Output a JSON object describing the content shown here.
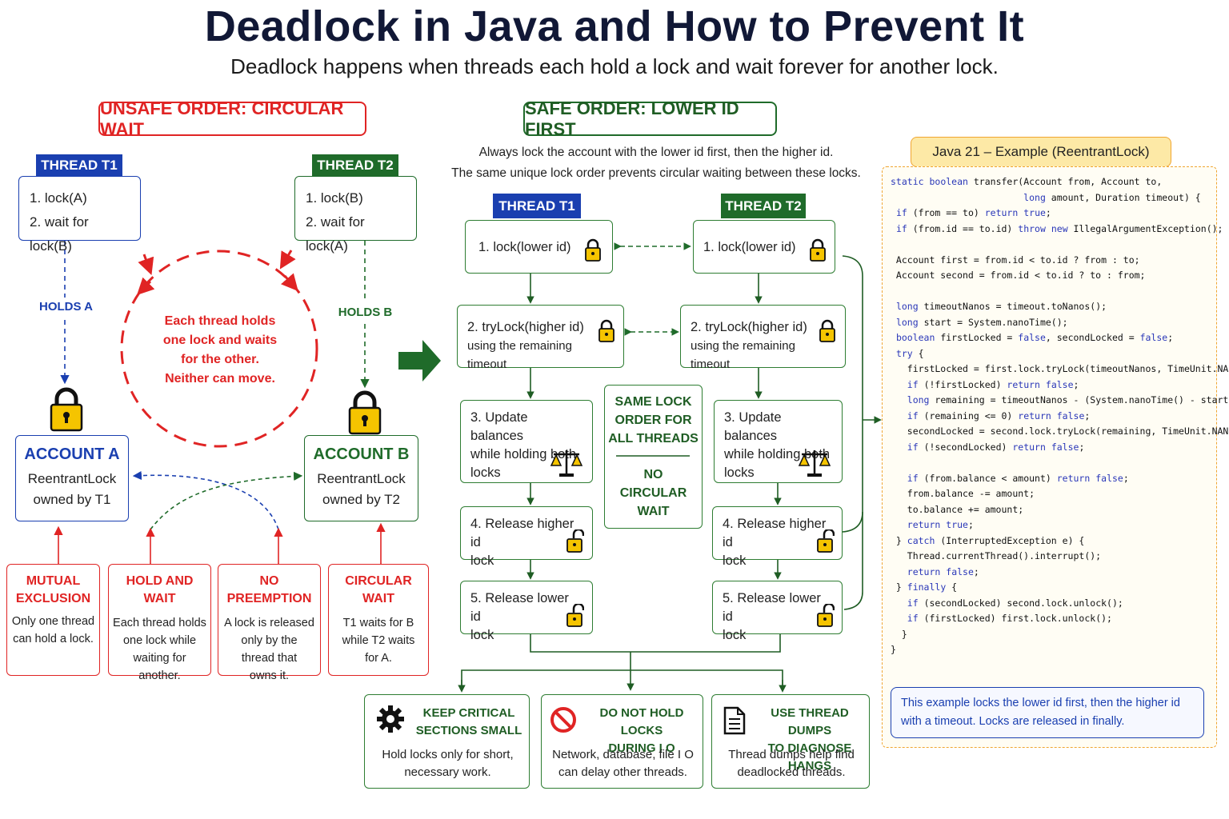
{
  "title": "Deadlock in Java and How to Prevent It",
  "subtitle": "Deadlock happens when threads each hold a lock and wait forever for another lock.",
  "unsafe": {
    "banner": "UNSAFE ORDER: CIRCULAR WAIT",
    "t1": {
      "label": "THREAD T1",
      "line1": "1. lock(A)",
      "line2": "2. wait for lock(B)"
    },
    "t2": {
      "label": "THREAD T2",
      "line1": "1. lock(B)",
      "line2": "2. wait for lock(A)"
    },
    "holds_a": "HOLDS A",
    "holds_b": "HOLDS B",
    "cycle_text": [
      "Each thread holds",
      "one lock and waits",
      "for the other.",
      "Neither can move."
    ],
    "account_a": {
      "title": "ACCOUNT A",
      "line1": "ReentrantLock",
      "line2": "owned by T1"
    },
    "account_b": {
      "title": "ACCOUNT B",
      "line1": "ReentrantLock",
      "line2": "owned by T2"
    },
    "conditions": [
      {
        "title": [
          "MUTUAL",
          "EXCLUSION"
        ],
        "body": [
          "Only one thread",
          "can hold a lock."
        ]
      },
      {
        "title": [
          "HOLD AND WAIT"
        ],
        "body": [
          "Each thread holds",
          "one lock while",
          "waiting for",
          "another."
        ]
      },
      {
        "title": [
          "NO PREEMPTION"
        ],
        "body": [
          "A lock is released",
          "only by the",
          "thread that",
          "owns it."
        ]
      },
      {
        "title": [
          "CIRCULAR WAIT"
        ],
        "body": [
          "T1 waits for B",
          "while T2 waits",
          "for A."
        ]
      }
    ]
  },
  "safe": {
    "banner": "SAFE ORDER: LOWER ID FIRST",
    "desc1": "Always lock the account with the lower id first, then the higher id.",
    "desc2": "The same unique lock order prevents circular waiting between these locks.",
    "t1_label": "THREAD T1",
    "t2_label": "THREAD T2",
    "steps": {
      "s1": "1. lock(lower id)",
      "s2a": "2. tryLock(higher id)",
      "s2b": "using the remaining timeout",
      "s3": [
        "3. Update balances",
        "while holding both",
        "locks"
      ],
      "s4": [
        "4. Release higher id",
        "lock"
      ],
      "s5": [
        "5. Release lower id",
        "lock"
      ]
    },
    "center_box": {
      "top": [
        "SAME LOCK",
        "ORDER FOR",
        "ALL THREADS"
      ],
      "bottom": [
        "NO",
        "CIRCULAR",
        "WAIT"
      ]
    },
    "tips": [
      {
        "icon": "gear-icon",
        "title": [
          "KEEP CRITICAL",
          "SECTIONS SMALL"
        ],
        "body": [
          "Hold locks only for short,",
          "necessary work."
        ]
      },
      {
        "icon": "no-entry-icon",
        "title": [
          "DO NOT HOLD LOCKS",
          "DURING I O"
        ],
        "body": [
          "Network, database, file I O",
          "can delay other threads."
        ]
      },
      {
        "icon": "document-icon",
        "title": [
          "USE THREAD DUMPS",
          "TO DIAGNOSE HANGS"
        ],
        "body": [
          "Thread dumps help find",
          "deadlocked threads."
        ]
      }
    ]
  },
  "code_panel": {
    "label": "Java 21 – Example (ReentrantLock)",
    "lines": [
      "static boolean transfer(Account from, Account to,",
      "                        long amount, Duration timeout) {",
      " if (from == to) return true;",
      " if (from.id == to.id) throw new IllegalArgumentException();",
      "",
      " Account first = from.id < to.id ? from : to;",
      " Account second = from.id < to.id ? to : from;",
      "",
      " long timeoutNanos = timeout.toNanos();",
      " long start = System.nanoTime();",
      " boolean firstLocked = false, secondLocked = false;",
      " try {",
      "   firstLocked = first.lock.tryLock(timeoutNanos, TimeUnit.NANOSECONDS);",
      "   if (!firstLocked) return false;",
      "   long remaining = timeoutNanos - (System.nanoTime() - start);",
      "   if (remaining <= 0) return false;",
      "   secondLocked = second.lock.tryLock(remaining, TimeUnit.NANOSECONDS);",
      "   if (!secondLocked) return false;",
      "",
      "   if (from.balance < amount) return false;",
      "   from.balance -= amount;",
      "   to.balance += amount;",
      "   return true;",
      " } catch (InterruptedException e) {",
      "   Thread.currentThread().interrupt();",
      "   return false;",
      " } finally {",
      "   if (secondLocked) second.lock.unlock();",
      "   if (firstLocked) first.lock.unlock();",
      "  }",
      "}"
    ],
    "note": [
      "This example locks the lower id first, then the higher id",
      "with a timeout. Locks are released in finally."
    ]
  },
  "colors": {
    "red": "#e02424",
    "blue": "#1a3fb0",
    "green": "#1f6b2a",
    "gold": "#f5c400"
  }
}
